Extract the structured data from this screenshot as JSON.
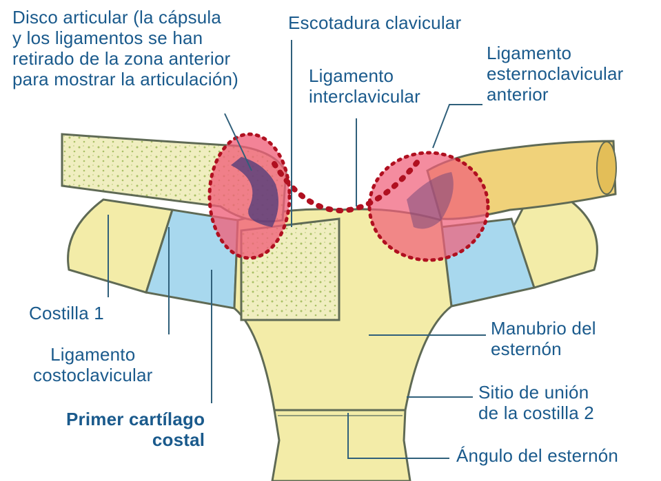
{
  "labels": {
    "disco": "Disco articular (la cápsula\ny los ligamentos se han\nretirado de la zona anterior\npara mostrar la articulación)",
    "escotadura": "Escotadura clavicular",
    "interclavicular": "Ligamento\ninterclavicular",
    "esternoclavicular": "Ligamento\nesternoclavicular\nanterior",
    "costilla1": "Costilla 1",
    "costoclavicular": "Ligamento\ncostoclavicular",
    "primer_cartilago": "Primer cartílago\ncostal",
    "manubrio": "Manubrio del\nesternón",
    "sitio_union": "Sitio de unión\nde la costilla 2",
    "angulo": "Ángulo del esternón"
  },
  "colors": {
    "label_text": "#1a5a8c",
    "leader_line": "#2f5f7a",
    "bone": "#f3eca8",
    "bone_outline": "#5f6a55",
    "cartilage": "#a8d8ee",
    "highlight_fill": "#f0607a",
    "highlight_dots": "#b01020",
    "clavicle_dots": "#a9c066"
  }
}
